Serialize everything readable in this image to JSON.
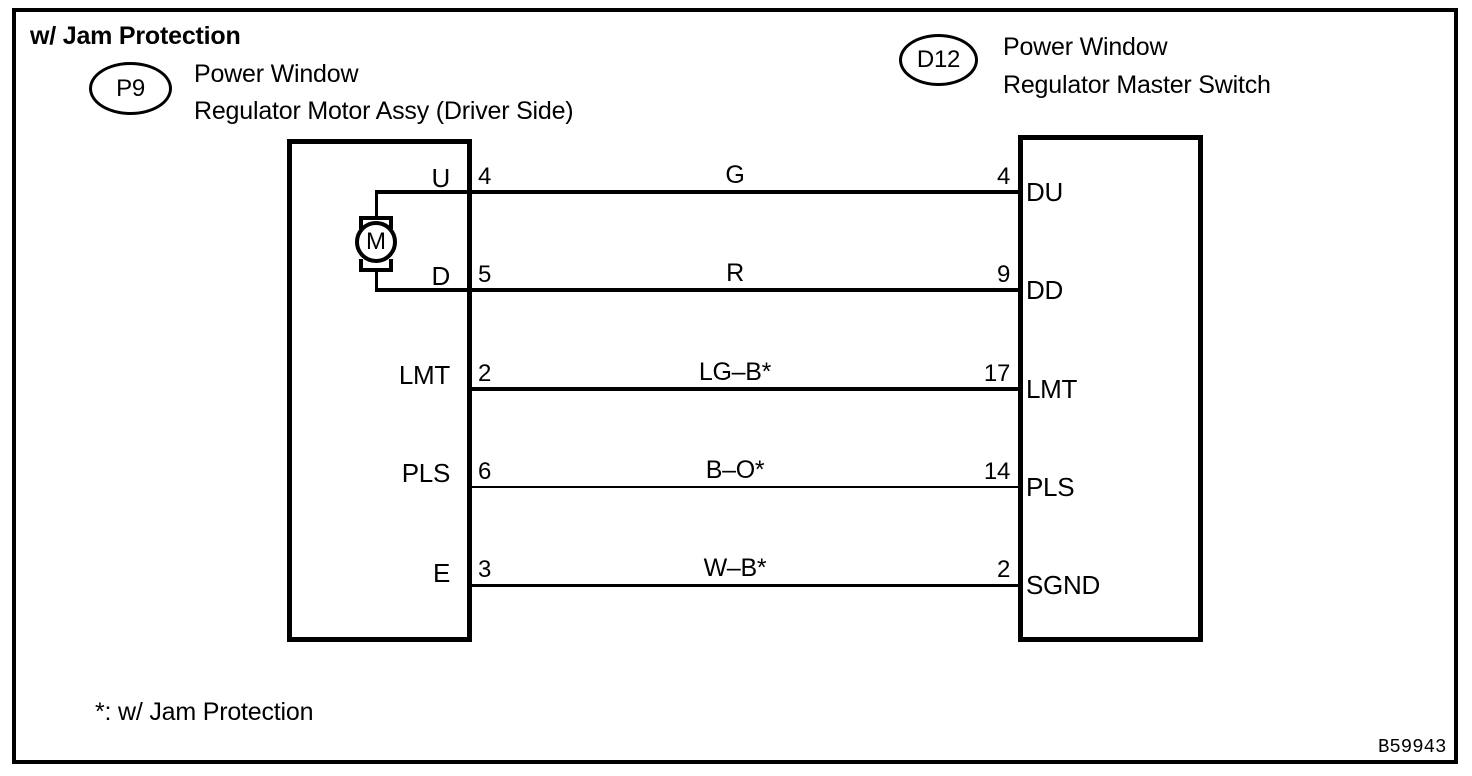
{
  "diagram": {
    "title": "w/ Jam Protection",
    "footnote": "*: w/ Jam Protection",
    "figure_code": "B59943",
    "left_connector": {
      "code": "P9",
      "name_line1": "Power Window",
      "name_line2": "Regulator Motor Assy (Driver Side)",
      "motor_symbol": "M"
    },
    "right_connector": {
      "code": "D12",
      "name_line1": "Power Window",
      "name_line2": "Regulator Master Switch"
    },
    "connections": [
      {
        "left_terminal": "U",
        "left_pin": "4",
        "wire_color": "G",
        "right_pin": "4",
        "right_terminal": "DU"
      },
      {
        "left_terminal": "D",
        "left_pin": "5",
        "wire_color": "R",
        "right_pin": "9",
        "right_terminal": "DD"
      },
      {
        "left_terminal": "LMT",
        "left_pin": "2",
        "wire_color": "LG–B*",
        "right_pin": "17",
        "right_terminal": "LMT"
      },
      {
        "left_terminal": "PLS",
        "left_pin": "6",
        "wire_color": "B–O*",
        "right_pin": "14",
        "right_terminal": "PLS"
      },
      {
        "left_terminal": "E",
        "left_pin": "3",
        "wire_color": "W–B*",
        "right_pin": "2",
        "right_terminal": "SGND"
      }
    ]
  }
}
